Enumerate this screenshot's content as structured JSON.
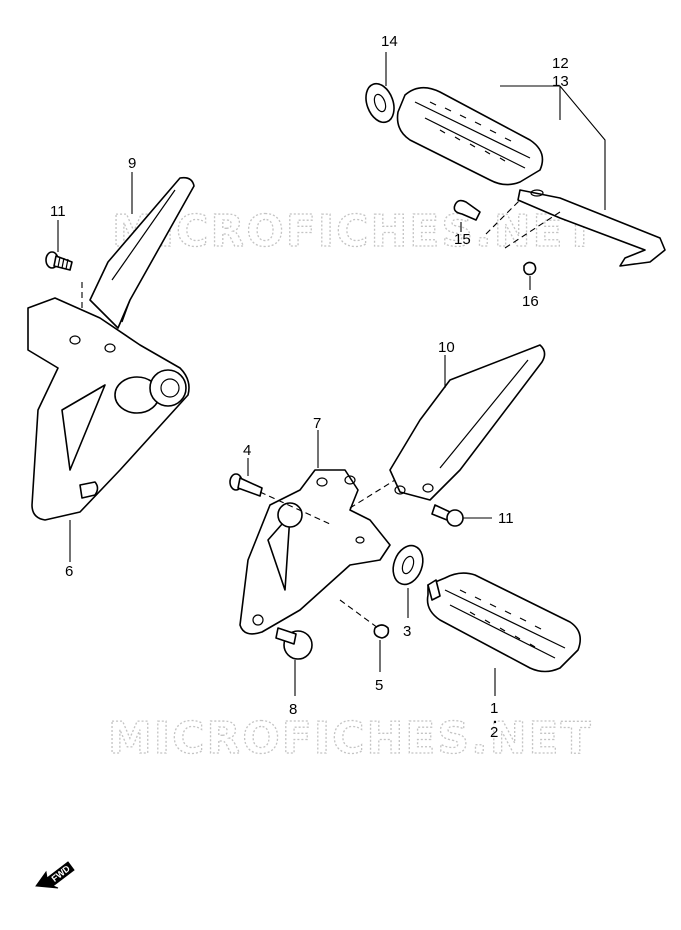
{
  "watermark": "MICROFICHES.NET",
  "callouts": {
    "c1": "1",
    "c2": "2",
    "c3": "3",
    "c4": "4",
    "c5": "5",
    "c6": "6",
    "c7": "7",
    "c8": "8",
    "c9": "9",
    "c10": "10",
    "c11a": "11",
    "c11b": "11",
    "c12": "12",
    "c13": "13",
    "c14": "14",
    "c15": "15",
    "c16": "16"
  },
  "direction_label": "FWD"
}
